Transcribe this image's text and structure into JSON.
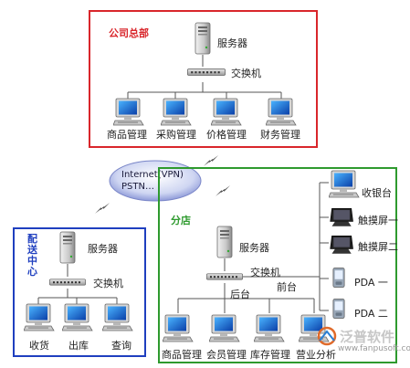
{
  "hq": {
    "title": "公司总部",
    "server_label": "服务器",
    "switch_label": "交换机",
    "clients": [
      "商品管理",
      "采购管理",
      "价格管理",
      "财务管理"
    ],
    "border_color": "#d9262b"
  },
  "network": {
    "line1": "Internet(VPN)",
    "line2": "PSTN…"
  },
  "distribution": {
    "title": "配送中心",
    "server_label": "服务器",
    "switch_label": "交换机",
    "clients": [
      "收货",
      "出库",
      "查询"
    ],
    "border_color": "#1f3fbf"
  },
  "branch": {
    "title": "分店",
    "server_label": "服务器",
    "switch_label": "交换机",
    "front_label": "前台",
    "back_label": "后台",
    "clients": [
      "商品管理",
      "会员管理",
      "库存管理",
      "营业分析"
    ],
    "front_devices": [
      "收银台",
      "触摸屏一",
      "触摸屏二",
      "PDA 一",
      "PDA 二"
    ],
    "border_color": "#2e9a2e"
  },
  "watermark": {
    "brand": "泛普软件",
    "url": "www.fanpusoft.com"
  }
}
